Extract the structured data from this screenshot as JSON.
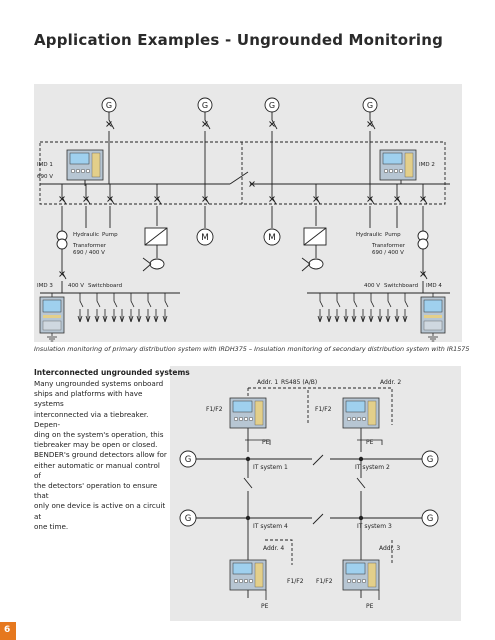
{
  "title": "Application Examples - Ungrounded Monitoring",
  "diagram1": {
    "generator_symbol": "G",
    "motor_symbol": "M",
    "imd1": "IMD 1",
    "imd2": "IMD 2",
    "imd3": "IMD 3",
    "imd4": "IMD 4",
    "voltage_690": "690 V",
    "hydraulic": "Hydraulic",
    "pump": "Pump",
    "transformer": "Transformer",
    "transformer_ratio": "690 / 400 V",
    "voltage_400": "400 V",
    "switchboard": "Switchboard"
  },
  "caption": "Insulation monitoring of primary distribution system with IRDH375 – Insulation monitoring of secondary distribution system with IR1575",
  "text_block": {
    "heading": "Interconnected ungrounded systems",
    "lines": [
      "Many ungrounded systems onboard",
      "ships and platforms with have systems",
      "interconnected via a tiebreaker. Depen-",
      "ding on the system's operation, this",
      "tiebreaker may be open or closed.",
      "BENDER's ground detectors allow for",
      "either automatic or manual control of",
      "the detectors' operation to ensure that",
      "only one device is active on a circuit at",
      "one time."
    ]
  },
  "diagram2": {
    "addr1": "Addr. 1",
    "rs485": "RS485 (A/B)",
    "addr2": "Addr. 2",
    "addr3": "Addr. 3",
    "addr4": "Addr. 4",
    "f1f2": "F1/F2",
    "pe": "PE",
    "it1": "IT system 1",
    "it2": "IT system 2",
    "it3": "IT system 3",
    "it4": "IT system 4",
    "generator_symbol": "G"
  },
  "page_number": "6",
  "colors": {
    "accent": "#e6781e",
    "panel": "#e8e8e8",
    "device_display": "#9fd0ee",
    "device_face": "#b9c9d6"
  }
}
